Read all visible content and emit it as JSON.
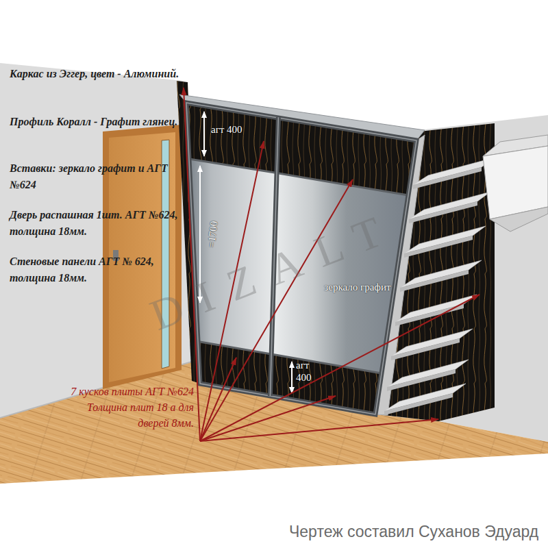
{
  "diagram": {
    "caption": "Чертеж составил Суханов Эдуард",
    "labels": [
      "Каркас из Эггер, цвет - Алюминий.",
      "Профиль Коралл - Графит глянец.",
      "Вставки: зеркало графит и АГТ №624",
      "Дверь распашная 1шт. АГТ №624, толщина 18мм.",
      "Стеновые панели АГТ № 624, толщина 18мм.",
      "агт 400",
      "=1700",
      "зеркало графит",
      "агт 400",
      "7 кусков плиты АГТ №624 Толщина плит 18 а для дверей 8мм.",
      "DIZALT"
    ]
  }
}
